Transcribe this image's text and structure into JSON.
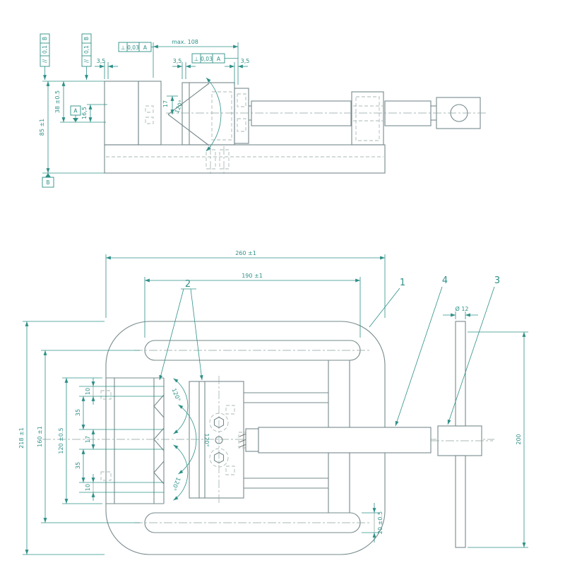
{
  "colors": {
    "background": "#ffffff",
    "outline": "#76898b",
    "dimension": "#2e9087",
    "hidden": "#a9bab6",
    "thread": "#4e5553"
  },
  "side_view": {
    "gdt_frames": {
      "parallel_left": {
        "symbol": "//",
        "tolerance": "0,1",
        "datum": "B"
      },
      "parallel_right": {
        "symbol": "//",
        "tolerance": "0,1",
        "datum": "B"
      },
      "perp_upper": {
        "symbol": "⊥",
        "tolerance": "0,03",
        "datum": "A"
      },
      "perp_lower": {
        "symbol": "⊥",
        "tolerance": "0,03",
        "datum": "A"
      }
    },
    "datum_labels": {
      "a": "A",
      "b": "B"
    },
    "dimensions": {
      "max_opening": "max. 108",
      "plate_offset_left": "3,5",
      "plate_offset_mid": "3,5",
      "plate_offset_right": "3,5",
      "jaw_height": "38 ±0.5",
      "vee_center_height": "16,5",
      "overall_height": "85 ±1",
      "vee_depth": "17",
      "vee_angle": "120°"
    }
  },
  "plan_view": {
    "dimensions": {
      "overall_length": "260 ±1",
      "slot_length": "190 ±1",
      "overall_width": "218 ±1",
      "slot_center_distance": "160 ±1",
      "jaw_plate_width": "120 ±0.5",
      "chain": [
        "10",
        "35",
        "17",
        "35",
        "10"
      ],
      "vee_angles": [
        "120°",
        "120°",
        "120°"
      ],
      "handle_diameter": "Ø 12",
      "handle_length": "200",
      "slot_width": "20 ±0.5"
    },
    "callouts": {
      "body": "1",
      "jaw_plates": "2",
      "handle_rod": "3",
      "spindle": "4"
    }
  }
}
